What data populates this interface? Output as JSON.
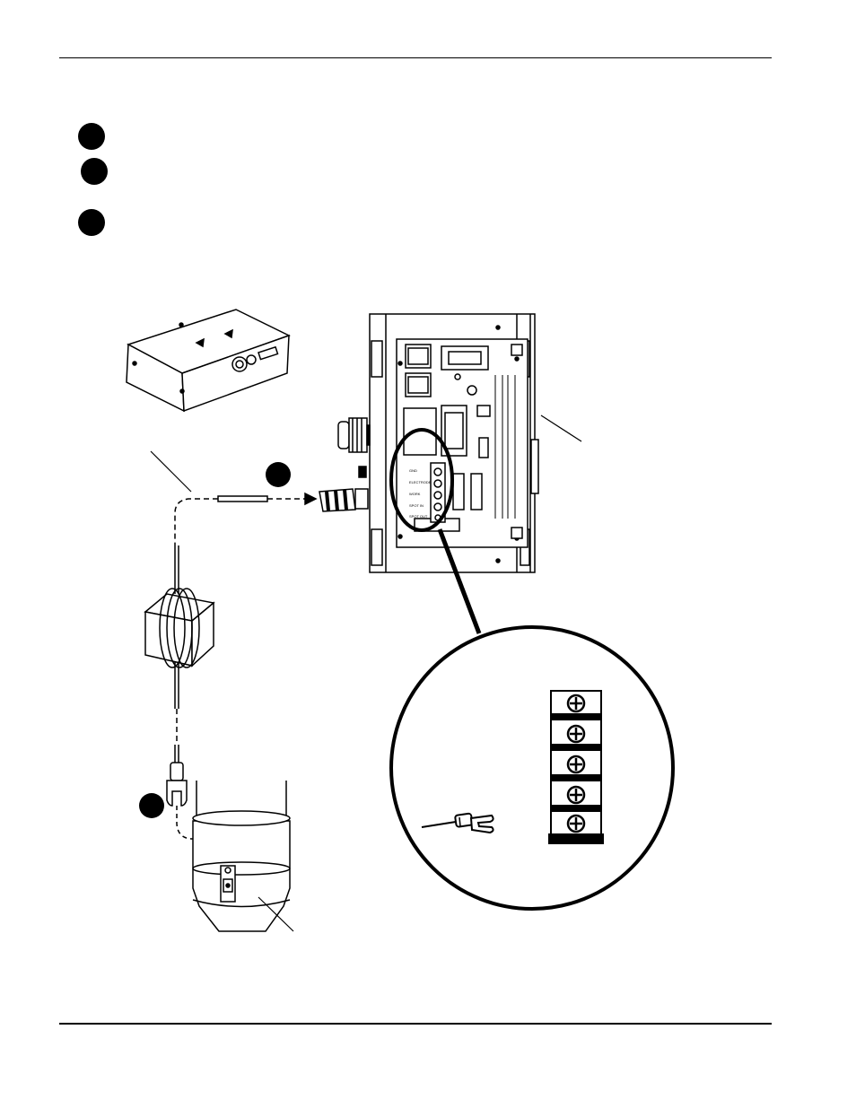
{
  "header": {
    "rule": true
  },
  "steps": [
    {
      "marker": "step-1",
      "text": ""
    },
    {
      "marker": "step-2",
      "text": ""
    },
    {
      "marker": "step-3",
      "text": ""
    }
  ],
  "figure": {
    "terminal_labels": [
      "GND",
      "ELECTRODE",
      "WORK",
      "SPOT IN",
      "SPOT OUT"
    ],
    "icons": [
      "control-box-icon",
      "controller-board-icon",
      "cable-icon",
      "ferrite-core-icon",
      "gun-nozzle-icon",
      "terminal-strip-icon",
      "spade-lug-icon",
      "detail-circle-icon"
    ]
  },
  "footer": {
    "rule": true
  }
}
